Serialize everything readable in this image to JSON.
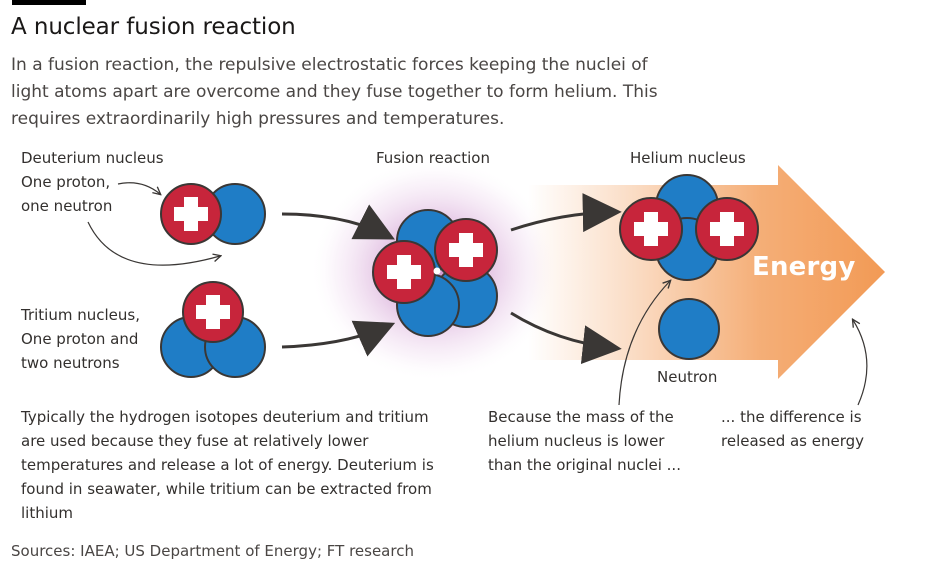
{
  "title": "A nuclear fusion reaction",
  "subtitle": "In a fusion reaction, the repulsive electrostatic forces keeping the nuclei of light atoms apart are overcome and they fuse together to form helium. This requires extraordinarily high pressures and temperatures.",
  "labels": {
    "deuterium": {
      "name": "Deuterium nucleus",
      "line1": "One proton,",
      "line2": "one neutron"
    },
    "tritium": {
      "line1": "Tritium nucleus,",
      "line2": "One proton and",
      "line3": "two neutrons"
    },
    "fusion": "Fusion reaction",
    "helium": "Helium nucleus",
    "neutron": "Neutron",
    "energy": "Energy"
  },
  "notes": {
    "isotopes": "Typically the hydrogen isotopes deuterium and tritium are used because they fuse at relatively lower temperatures and release a lot of energy. Deuterium is found in seawater, while tritium can be extracted from lithium",
    "mass": "Because the mass of the helium nucleus is lower than the original nuclei ...",
    "difference": "... the difference is released as energy"
  },
  "source": "Sources: IAEA; US Department of Energy; FT research",
  "colors": {
    "proton": "#c7253b",
    "neutron": "#1f7dc6",
    "outline": "#3a3735",
    "arrow": "#3a3735",
    "energy": "#f29a55",
    "glow": "#a63ca6"
  }
}
